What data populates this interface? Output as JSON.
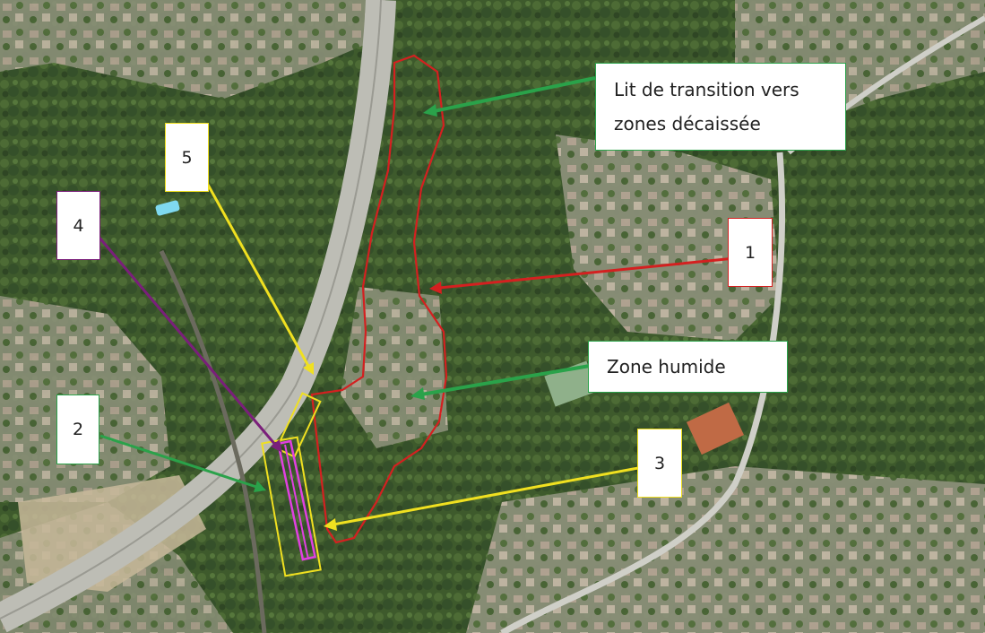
{
  "labels": {
    "l1": "1",
    "l2": "2",
    "l3": "3",
    "l4": "4",
    "l5": "5",
    "lit_line1": "Lit de transition vers",
    "lit_line2": "zones décaissée",
    "zone_humide": "Zone humide"
  },
  "colors": {
    "red": "#d42020",
    "green": "#2aa24a",
    "yellow": "#f0e020",
    "purple": "#7a1f7a",
    "magenta": "#e040e0",
    "road": "#cfcfc8"
  }
}
